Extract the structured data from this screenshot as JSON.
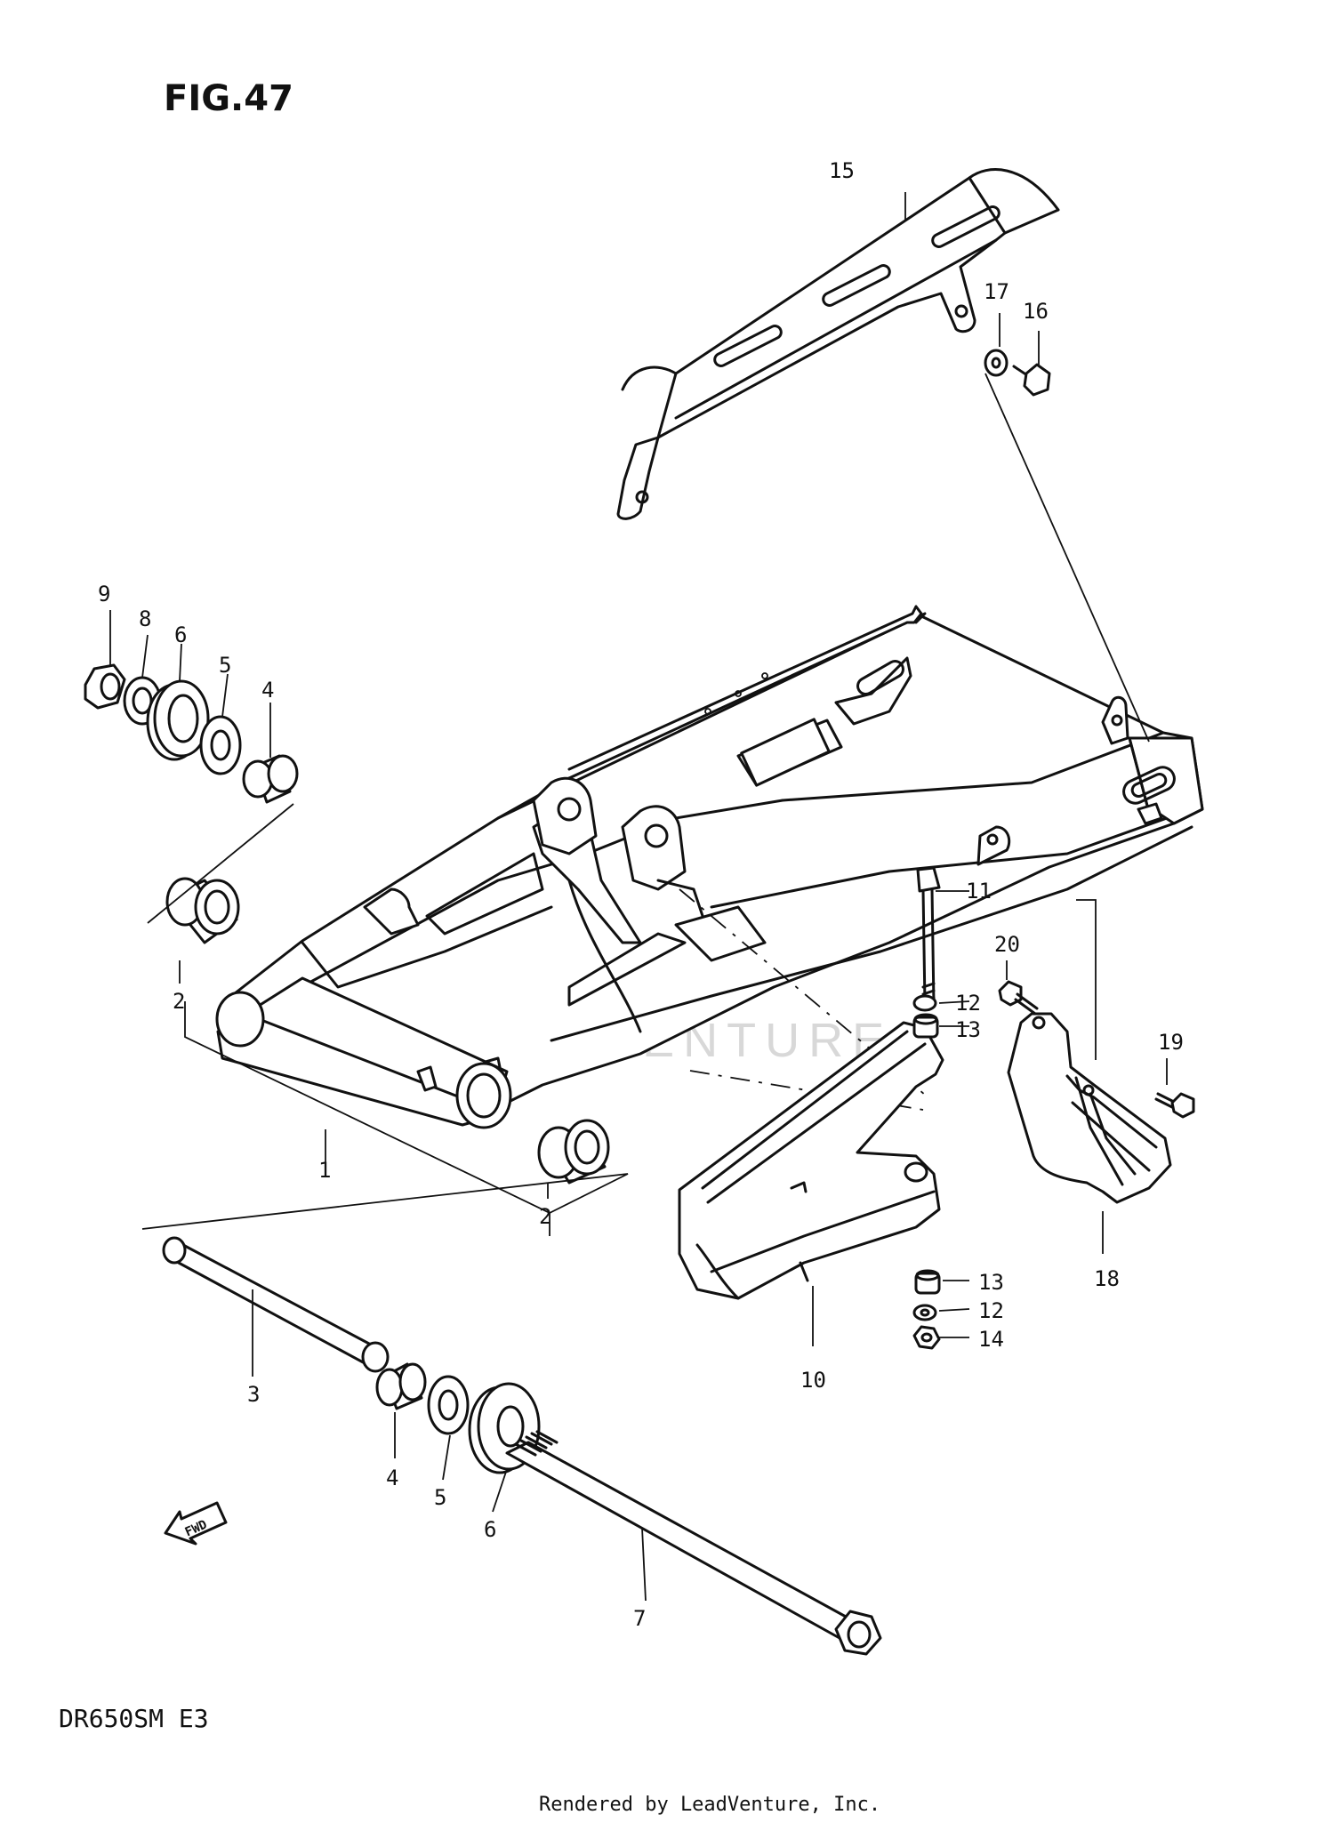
{
  "figure": {
    "title": "FIG.47"
  },
  "model": {
    "code": "DR650SM E3"
  },
  "credit": {
    "text": "Rendered by LeadVenture, Inc."
  },
  "watermark": {
    "text": "LEADVENTURE"
  },
  "fwd_marker": {
    "text": "FWD"
  },
  "callouts": [
    {
      "id": "1",
      "part": "swingarm"
    },
    {
      "id": "2",
      "part": "needle-bearing-left"
    },
    {
      "id": "2",
      "part": "needle-bearing-right"
    },
    {
      "id": "3",
      "part": "spacer-pipe"
    },
    {
      "id": "4",
      "part": "bush-upper"
    },
    {
      "id": "4",
      "part": "bush-lower"
    },
    {
      "id": "5",
      "part": "washer-upper"
    },
    {
      "id": "5",
      "part": "washer-lower"
    },
    {
      "id": "6",
      "part": "dust-cover-upper"
    },
    {
      "id": "6",
      "part": "dust-cover-lower"
    },
    {
      "id": "7",
      "part": "pivot-shaft"
    },
    {
      "id": "8",
      "part": "washer-small"
    },
    {
      "id": "9",
      "part": "pivot-nut"
    },
    {
      "id": "10",
      "part": "chain-buffer"
    },
    {
      "id": "11",
      "part": "buffer-bolt"
    },
    {
      "id": "12",
      "part": "washer-upper-small"
    },
    {
      "id": "12",
      "part": "washer-lower-small"
    },
    {
      "id": "13",
      "part": "spacer-upper"
    },
    {
      "id": "13",
      "part": "spacer-lower"
    },
    {
      "id": "14",
      "part": "nut"
    },
    {
      "id": "15",
      "part": "chain-cover"
    },
    {
      "id": "16",
      "part": "cover-bolt"
    },
    {
      "id": "17",
      "part": "cover-washer"
    },
    {
      "id": "18",
      "part": "chain-guide"
    },
    {
      "id": "19",
      "part": "guide-bolt"
    },
    {
      "id": "20",
      "part": "guide-bolt-upper"
    }
  ]
}
